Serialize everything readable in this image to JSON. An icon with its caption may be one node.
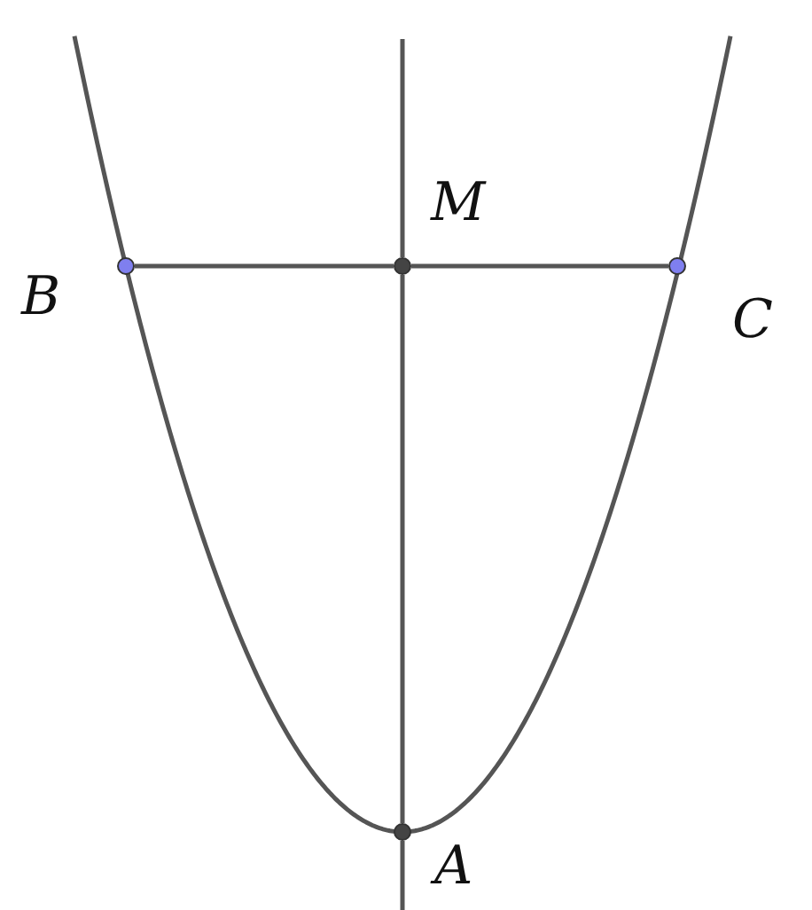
{
  "diagram": {
    "nodes": [
      {
        "text": [],
        "shape": "circle",
        "beside": [
          "M"
        ]
      },
      {
        "text": [],
        "shape": "circle",
        "beside": [
          "B"
        ]
      },
      {
        "text": [],
        "shape": "circle",
        "beside": [
          "C"
        ]
      },
      {
        "text": [],
        "shape": "circle",
        "beside": [
          "A"
        ]
      }
    ],
    "edges": [
      {
        "from": 1,
        "to": 0,
        "arrow": "none"
      },
      {
        "from": 0,
        "to": 2,
        "arrow": "none"
      },
      {
        "from": 0,
        "to": 3,
        "arrow": "none"
      }
    ]
  }
}
